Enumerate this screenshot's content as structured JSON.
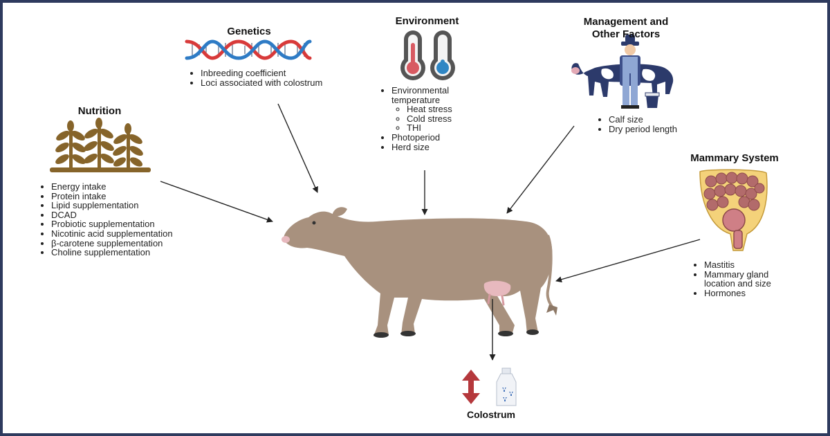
{
  "nutrition": {
    "title": "Nutrition",
    "items": [
      "Energy intake",
      "Protein intake",
      "Lipid supplementation",
      "DCAD",
      "Probiotic supplementation",
      "Nicotinic acid supplementation",
      "β-carotene supplementation",
      "Choline supplementation"
    ]
  },
  "genetics": {
    "title": "Genetics",
    "items": [
      "Inbreeding coefficient",
      "Loci associated with colostrum"
    ]
  },
  "environment": {
    "title": "Environment",
    "item_temperature": "Environmental temperature",
    "sub_items": [
      "Heat stress",
      "Cold stress",
      "THI"
    ],
    "items_after": [
      "Photoperiod",
      "Herd size"
    ]
  },
  "management": {
    "title_line1": "Management and",
    "title_line2": "Other Factors",
    "items": [
      "Calf size",
      "Dry period length"
    ]
  },
  "mammary": {
    "title": "Mammary System",
    "items": [
      "Mastitis",
      "Mammary gland location and size",
      "Hormones"
    ]
  },
  "colostrum": {
    "title": "Colostrum"
  },
  "colors": {
    "frame": "#2e3a5e",
    "cow": "#a8917e",
    "plant": "#86642a",
    "thermo_red": "#d85a62",
    "thermo_blue": "#2f86c4",
    "dna_red": "#d83a3a",
    "dna_blue": "#2e7bc5",
    "arrow_red": "#b5383c"
  }
}
